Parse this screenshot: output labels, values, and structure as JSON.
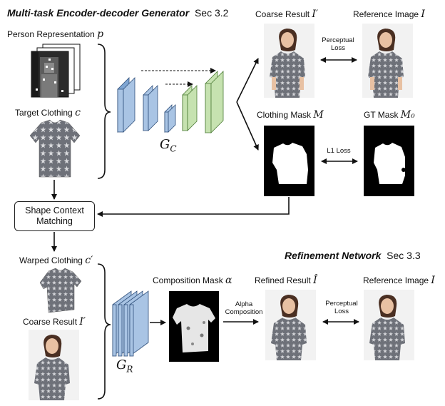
{
  "section1": {
    "title": "Multi-task Encoder-decoder Generator",
    "sec": "Sec 3.2"
  },
  "section2": {
    "title": "Refinement Network",
    "sec": "Sec 3.3"
  },
  "labels": {
    "person_rep": "Person Representation",
    "person_rep_sym": "p",
    "target_clothing": "Target Clothing",
    "target_clothing_sym": "c",
    "coarse_result": "Coarse Result",
    "coarse_result_sym": "I′",
    "reference_image": "Reference Image",
    "reference_image_sym": "I",
    "clothing_mask": "Clothing Mask",
    "clothing_mask_sym": "M",
    "gt_mask": "GT Mask",
    "gt_mask_sym": "M₀",
    "perceptual_loss": "Perceptual\nLoss",
    "l1_loss": "L1 Loss",
    "gc": "G",
    "gc_sub": "C",
    "shape_context": "Shape Context\nMatching",
    "warped_clothing": "Warped Clothing",
    "warped_clothing_sym": "c′",
    "coarse_result2": "Coarse Result",
    "coarse_result2_sym": "I′",
    "composition_mask": "Composition Mask",
    "composition_mask_sym": "α",
    "alpha_composition": "Alpha\nComposition",
    "refined_result": "Refined Result",
    "refined_result_sym": "Î",
    "reference_image2": "Reference Image",
    "reference_image2_sym": "I",
    "perceptual_loss2": "Perceptual\nLoss",
    "gr": "G",
    "gr_sub": "R"
  },
  "colors": {
    "encoder_blue": "#a9c4e4",
    "decoder_green": "#c6e2b0",
    "shirt_gray": "#6e7179",
    "skin": "#e8c1a3",
    "hair": "#4a2f22",
    "mask_black": "#000000"
  }
}
